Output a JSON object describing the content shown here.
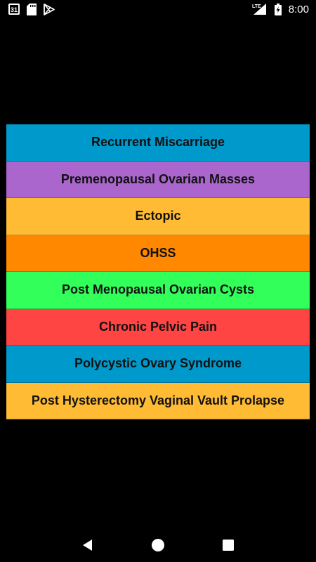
{
  "status_bar": {
    "calendar_day": "31",
    "network": "LTE",
    "time": "8:00"
  },
  "menu": {
    "items": [
      {
        "label": "Recurrent Miscarriage",
        "color": "#0099CC"
      },
      {
        "label": "Premenopausal Ovarian Masses",
        "color": "#AA66CC"
      },
      {
        "label": "Ectopic",
        "color": "#FFBB33"
      },
      {
        "label": "OHSS",
        "color": "#FF8800"
      },
      {
        "label": "Post Menopausal Ovarian Cysts",
        "color": "#33FF5A"
      },
      {
        "label": "Chronic Pelvic Pain",
        "color": "#FF4444"
      },
      {
        "label": "Polycystic Ovary Syndrome",
        "color": "#0099CC"
      },
      {
        "label": "Post Hysterectomy Vaginal Vault Prolapse",
        "color": "#FFBB33"
      }
    ]
  },
  "nav_bar": {
    "back_icon": "back-triangle-icon",
    "home_icon": "home-circle-icon",
    "recents_icon": "recents-square-icon"
  }
}
